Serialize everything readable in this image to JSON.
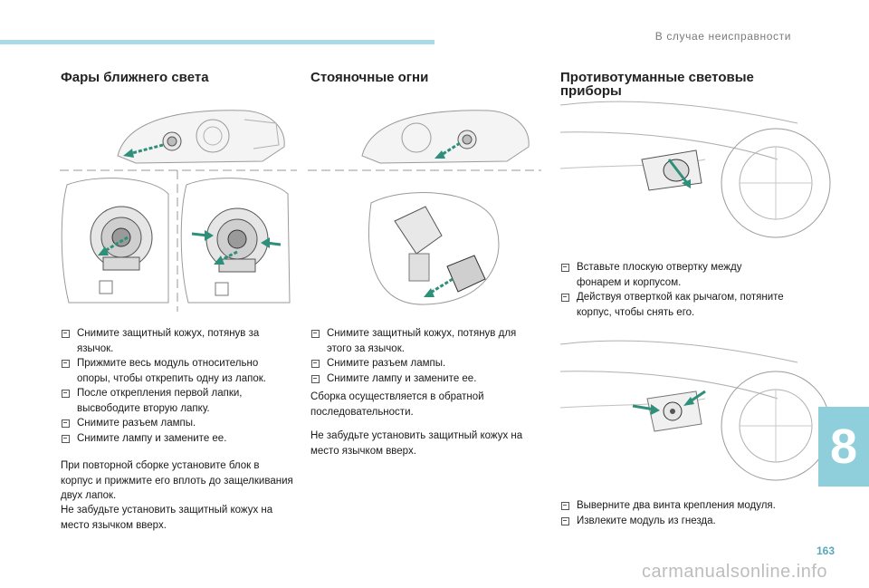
{
  "header": {
    "section_title": "В случае неисправности"
  },
  "columns": {
    "low_beam": {
      "title": "Фары ближнего света",
      "steps": [
        "Снимите защитный кожух, потянув за язычок.",
        "Прижмите весь модуль относительно опоры, чтобы открепить одну из лапок.",
        "После открепления первой лапки, высвободите вторую лапку.",
        "Снимите разъем лампы.",
        "Снимите лампу и замените ее."
      ],
      "paragraph_1": "При повторной сборке установите блок в корпус и прижмите его вплоть до защелкивания двух лапок.",
      "paragraph_2": "Не забудьте установить защитный кожух на место язычком вверх."
    },
    "parking": {
      "title": "Стояночные огни",
      "steps": [
        "Снимите защитный кожух, потянув для этого за язычок.",
        "Снимите разъем лампы.",
        "Снимите лампу и замените ее."
      ],
      "paragraph_1": "Сборка осуществляется в обратной последовательности.",
      "paragraph_2": "Не забудьте установить защитный кожух на место язычком вверх."
    },
    "fog": {
      "title_line1": "Противотуманные световые",
      "title_line2": "приборы",
      "steps_a": [
        "Вставьте плоскую отвертку между фонарем и корпусом.",
        "Действуя отверткой как рычагом, потяните корпус, чтобы снять его."
      ],
      "steps_b": [
        "Выверните два винта крепления модуля.",
        "Извлеките модуль из гнезда."
      ]
    }
  },
  "footer": {
    "chapter_number": "8",
    "page_number": "163",
    "watermark": "carmanualsonline.info"
  },
  "colors": {
    "accent": "#8fcfdc",
    "arrow": "#2e8f7a",
    "topbar": "#a8dbe4"
  }
}
